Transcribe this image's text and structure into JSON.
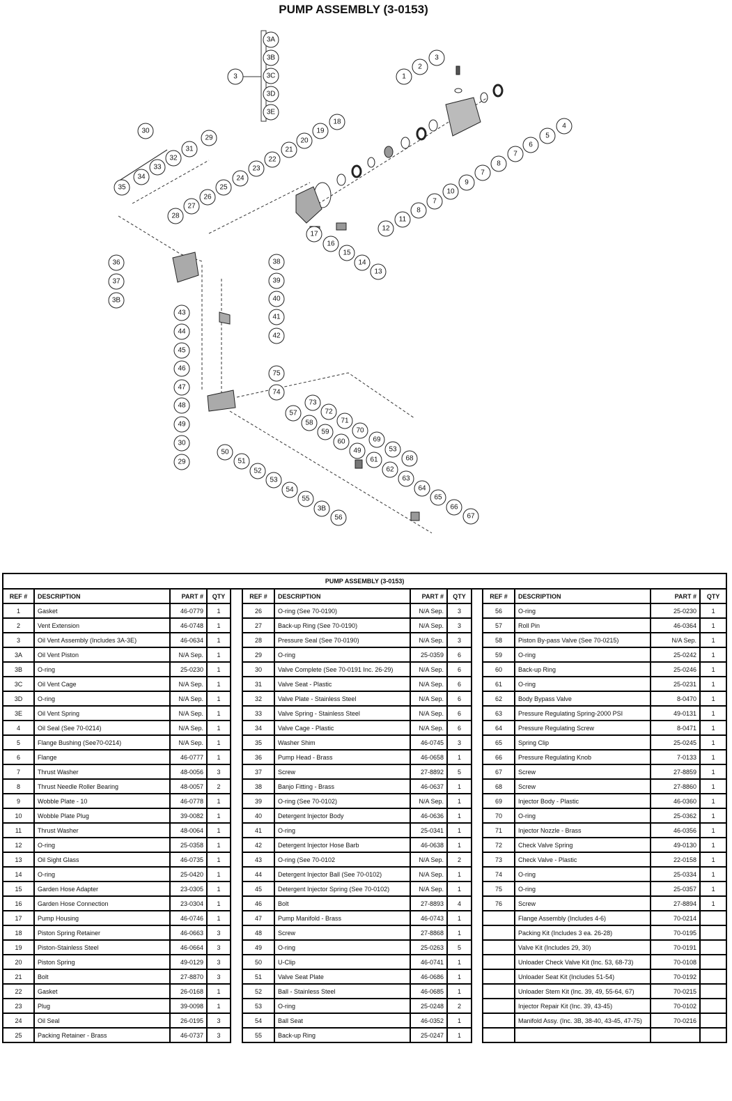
{
  "title": "PUMP ASSEMBLY (3-0153)",
  "diagram": {
    "callouts": [
      "3A",
      "3B",
      "3C",
      "3D",
      "3E",
      "3",
      "1",
      "2",
      "3",
      "4",
      "5",
      "6",
      "7",
      "8",
      "7",
      "9",
      "10",
      "7",
      "8",
      "11",
      "12",
      "30",
      "29",
      "31",
      "32",
      "33",
      "34",
      "35",
      "18",
      "19",
      "20",
      "21",
      "22",
      "23",
      "24",
      "25",
      "26",
      "27",
      "28",
      "17",
      "16",
      "15",
      "14",
      "13",
      "36",
      "37",
      "3B",
      "38",
      "39",
      "40",
      "41",
      "42",
      "43",
      "44",
      "45",
      "46",
      "47",
      "48",
      "49",
      "30",
      "29",
      "75",
      "74",
      "73",
      "72",
      "71",
      "70",
      "69",
      "53",
      "68",
      "57",
      "58",
      "59",
      "60",
      "49",
      "61",
      "62",
      "63",
      "64",
      "65",
      "66",
      "67",
      "50",
      "51",
      "52",
      "53",
      "54",
      "55",
      "3B",
      "56"
    ]
  },
  "table": {
    "title": "PUMP ASSEMBLY  (3-0153)",
    "headers": [
      "REF #",
      "DESCRIPTION",
      "PART #",
      "QTY"
    ],
    "columns": [
      [
        [
          "1",
          "Gasket",
          "46-0779",
          "1"
        ],
        [
          "2",
          "Vent Extension",
          "46-0748",
          "1"
        ],
        [
          "3",
          "Oil Vent Assembly  (Includes 3A-3E)",
          "46-0634",
          "1"
        ],
        [
          "3A",
          "Oil Vent Piston",
          "N/A Sep.",
          "1"
        ],
        [
          "3B",
          "O-ring",
          "25-0230",
          "1"
        ],
        [
          "3C",
          "Oil Vent Cage",
          "N/A Sep.",
          "1"
        ],
        [
          "3D",
          "O-ring",
          "N/A Sep.",
          "1"
        ],
        [
          "3E",
          "Oil Vent Spring",
          "N/A Sep.",
          "1"
        ],
        [
          "4",
          "Oil Seal  (See 70-0214)",
          "N/A Sep.",
          "1"
        ],
        [
          "5",
          "Flange Bushing  (See70-0214)",
          "N/A Sep.",
          "1"
        ],
        [
          "6",
          "Flange",
          "46-0777",
          "1"
        ],
        [
          "7",
          "Thrust Washer",
          "48-0056",
          "3"
        ],
        [
          "8",
          "Thrust Needle Roller Bearing",
          "48-0057",
          "2"
        ],
        [
          "9",
          "Wobble Plate - 10",
          "46-0778",
          "1"
        ],
        [
          "10",
          "Wobble Plate Plug",
          "39-0082",
          "1"
        ],
        [
          "11",
          "Thrust Washer",
          "48-0064",
          "1"
        ],
        [
          "12",
          "O-ring",
          "25-0358",
          "1"
        ],
        [
          "13",
          "Oil Sight Glass",
          "46-0735",
          "1"
        ],
        [
          "14",
          "O-ring",
          "25-0420",
          "1"
        ],
        [
          "15",
          "Garden Hose Adapter",
          "23-0305",
          "1"
        ],
        [
          "16",
          "Garden Hose Connection",
          "23-0304",
          "1"
        ],
        [
          "17",
          "Pump Housing",
          "46-0746",
          "1"
        ],
        [
          "18",
          "Piston Spring Retainer",
          "46-0663",
          "3"
        ],
        [
          "19",
          "Piston-Stainless Steel",
          "46-0664",
          "3"
        ],
        [
          "20",
          "Piston Spring",
          "49-0129",
          "3"
        ],
        [
          "21",
          "Bolt",
          "27-8870",
          "3"
        ],
        [
          "22",
          "Gasket",
          "26-0168",
          "1"
        ],
        [
          "23",
          "Plug",
          "39-0098",
          "1"
        ],
        [
          "24",
          "Oil Seal",
          "26-0195",
          "3"
        ],
        [
          "25",
          "Packing Retainer - Brass",
          "46-0737",
          "3"
        ]
      ],
      [
        [
          "26",
          "O-ring  (See 70-0190)",
          "N/A Sep.",
          "3"
        ],
        [
          "27",
          "Back-up Ring  (See 70-0190)",
          "N/A Sep.",
          "3"
        ],
        [
          "28",
          "Pressure Seal  (See 70-0190)",
          "N/A Sep.",
          "3"
        ],
        [
          "29",
          "O-ring",
          "25-0359",
          "6"
        ],
        [
          "30",
          "Valve Complete  (See 70-0191  Inc. 26-29)",
          "N/A Sep.",
          "6"
        ],
        [
          "31",
          "Valve Seat - Plastic",
          "N/A Sep.",
          "6"
        ],
        [
          "32",
          "Valve Plate - Stainless Steel",
          "N/A Sep.",
          "6"
        ],
        [
          "33",
          "Valve Spring - Stainless Steel",
          "N/A Sep.",
          "6"
        ],
        [
          "34",
          "Valve Cage - Plastic",
          "N/A Sep.",
          "6"
        ],
        [
          "35",
          "Washer Shim",
          "46-0745",
          "3"
        ],
        [
          "36",
          "Pump Head - Brass",
          "46-0658",
          "1"
        ],
        [
          "37",
          "Screw",
          "27-8892",
          "5"
        ],
        [
          "38",
          "Banjo Fitting - Brass",
          "46-0637",
          "1"
        ],
        [
          "39",
          "O-ring  (See 70-0102)",
          "N/A Sep.",
          "1"
        ],
        [
          "40",
          "Detergent Injector Body",
          "46-0636",
          "1"
        ],
        [
          "41",
          "O-ring",
          "25-0341",
          "1"
        ],
        [
          "42",
          "Detergent Injector Hose Barb",
          "46-0638",
          "1"
        ],
        [
          "43",
          "O-ring  (See 70-0102",
          "N/A Sep.",
          "2"
        ],
        [
          "44",
          "Detergent Injector Ball  (See 70-0102)",
          "N/A Sep.",
          "1"
        ],
        [
          "45",
          "Detergent Injector Spring  (See 70-0102)",
          "N/A Sep.",
          "1"
        ],
        [
          "46",
          "Bolt",
          "27-8893",
          "4"
        ],
        [
          "47",
          "Pump Manifold - Brass",
          "46-0743",
          "1"
        ],
        [
          "48",
          "Screw",
          "27-8868",
          "1"
        ],
        [
          "49",
          "O-ring",
          "25-0263",
          "5"
        ],
        [
          "50",
          "U-Clip",
          "46-0741",
          "1"
        ],
        [
          "51",
          "Valve Seat Plate",
          "46-0686",
          "1"
        ],
        [
          "52",
          "Ball - Stainless Steel",
          "46-0685",
          "1"
        ],
        [
          "53",
          "O-ring",
          "25-0248",
          "2"
        ],
        [
          "54",
          "Ball Seat",
          "46-0352",
          "1"
        ],
        [
          "55",
          "Back-up Ring",
          "25-0247",
          "1"
        ]
      ],
      [
        [
          "56",
          "O-ring",
          "25-0230",
          "1"
        ],
        [
          "57",
          "Roll Pin",
          "46-0364",
          "1"
        ],
        [
          "58",
          "Piston By-pass Valve  (See 70-0215)",
          "N/A Sep.",
          "1"
        ],
        [
          "59",
          "O-ring",
          "25-0242",
          "1"
        ],
        [
          "60",
          "Back-up Ring",
          "25-0246",
          "1"
        ],
        [
          "61",
          "O-ring",
          "25-0231",
          "1"
        ],
        [
          "62",
          "Body Bypass Valve",
          "8-0470",
          "1"
        ],
        [
          "63",
          "Pressure Regulating Spring-2000 PSI",
          "49-0131",
          "1"
        ],
        [
          "64",
          "Pressure Regulating Screw",
          "8-0471",
          "1"
        ],
        [
          "65",
          "Spring Clip",
          "25-0245",
          "1"
        ],
        [
          "66",
          "Pressure Regulating Knob",
          "7-0133",
          "1"
        ],
        [
          "67",
          "Screw",
          "27-8859",
          "1"
        ],
        [
          "68",
          "Screw",
          "27-8860",
          "1"
        ],
        [
          "69",
          "Injector Body - Plastic",
          "46-0360",
          "1"
        ],
        [
          "70",
          "O-ring",
          "25-0362",
          "1"
        ],
        [
          "71",
          "Injector Nozzle - Brass",
          "46-0356",
          "1"
        ],
        [
          "72",
          "Check Valve Spring",
          "49-0130",
          "1"
        ],
        [
          "73",
          "Check Valve - Plastic",
          "22-0158",
          "1"
        ],
        [
          "74",
          "O-ring",
          "25-0334",
          "1"
        ],
        [
          "75",
          "O-ring",
          "25-0357",
          "1"
        ],
        [
          "76",
          "Screw",
          "27-8894",
          "1"
        ],
        [
          "",
          "Flange Assembly  (Includes 4-6)",
          "70-0214",
          ""
        ],
        [
          "",
          "Packing Kit  (Includes 3 ea. 26-28)",
          "70-0195",
          ""
        ],
        [
          "",
          "Valve Kit  (Includes 29, 30)",
          "70-0191",
          ""
        ],
        [
          "",
          "Unloader Check Valve Kit  (Inc. 53, 68-73)",
          "70-0108",
          ""
        ],
        [
          "",
          "Unloader Seat Kit  (Includes 51-54)",
          "70-0192",
          ""
        ],
        [
          "",
          "Unloader Stem Kit  (Inc. 39, 49, 55-64, 67)",
          "70-0215",
          ""
        ],
        [
          "",
          "Injector Repair Kit  (Inc. 39, 43-45)",
          "70-0102",
          ""
        ],
        [
          "",
          "Manifold Assy.  (Inc. 3B, 38-40, 43-45, 47-75)",
          "70-0216",
          ""
        ],
        [
          "",
          "",
          "",
          ""
        ]
      ]
    ]
  }
}
